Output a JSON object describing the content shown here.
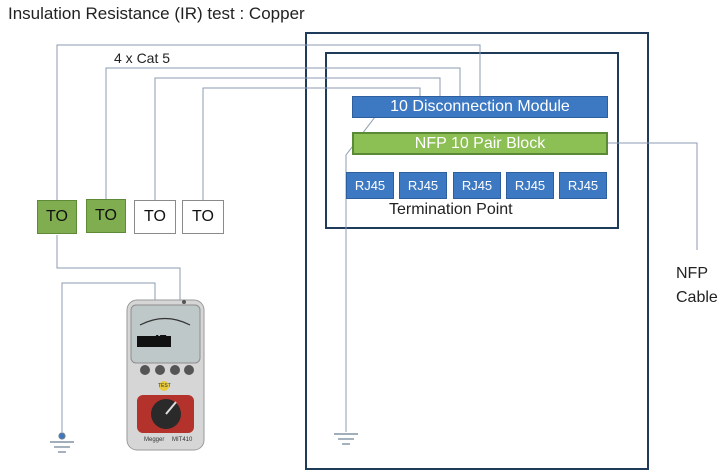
{
  "title": "Insulation Resistance (IR) test : Copper",
  "cable_label": "4 x Cat 5",
  "outlets": [
    {
      "label": "TO",
      "style": "green"
    },
    {
      "label": "TO",
      "style": "green"
    },
    {
      "label": "TO",
      "style": "white"
    },
    {
      "label": "TO",
      "style": "white"
    }
  ],
  "disconnection_module": "10 Disconnection Module",
  "pair_block": "NFP 10 Pair Block",
  "rj45_ports": [
    "RJ45",
    "RJ45",
    "RJ45",
    "RJ45",
    "RJ45"
  ],
  "termination_label": "Termination Point",
  "nfp_cable_label": [
    "NFP",
    "Cable"
  ],
  "tester": {
    "display_reading": "-47",
    "brand": "Megger",
    "model": "MIT410",
    "test_button_label": "TEST"
  },
  "colors": {
    "green": "#7fad4f",
    "blue": "#3d78c2",
    "line": "#8a9bb0",
    "frame": "#1f3b5a"
  }
}
